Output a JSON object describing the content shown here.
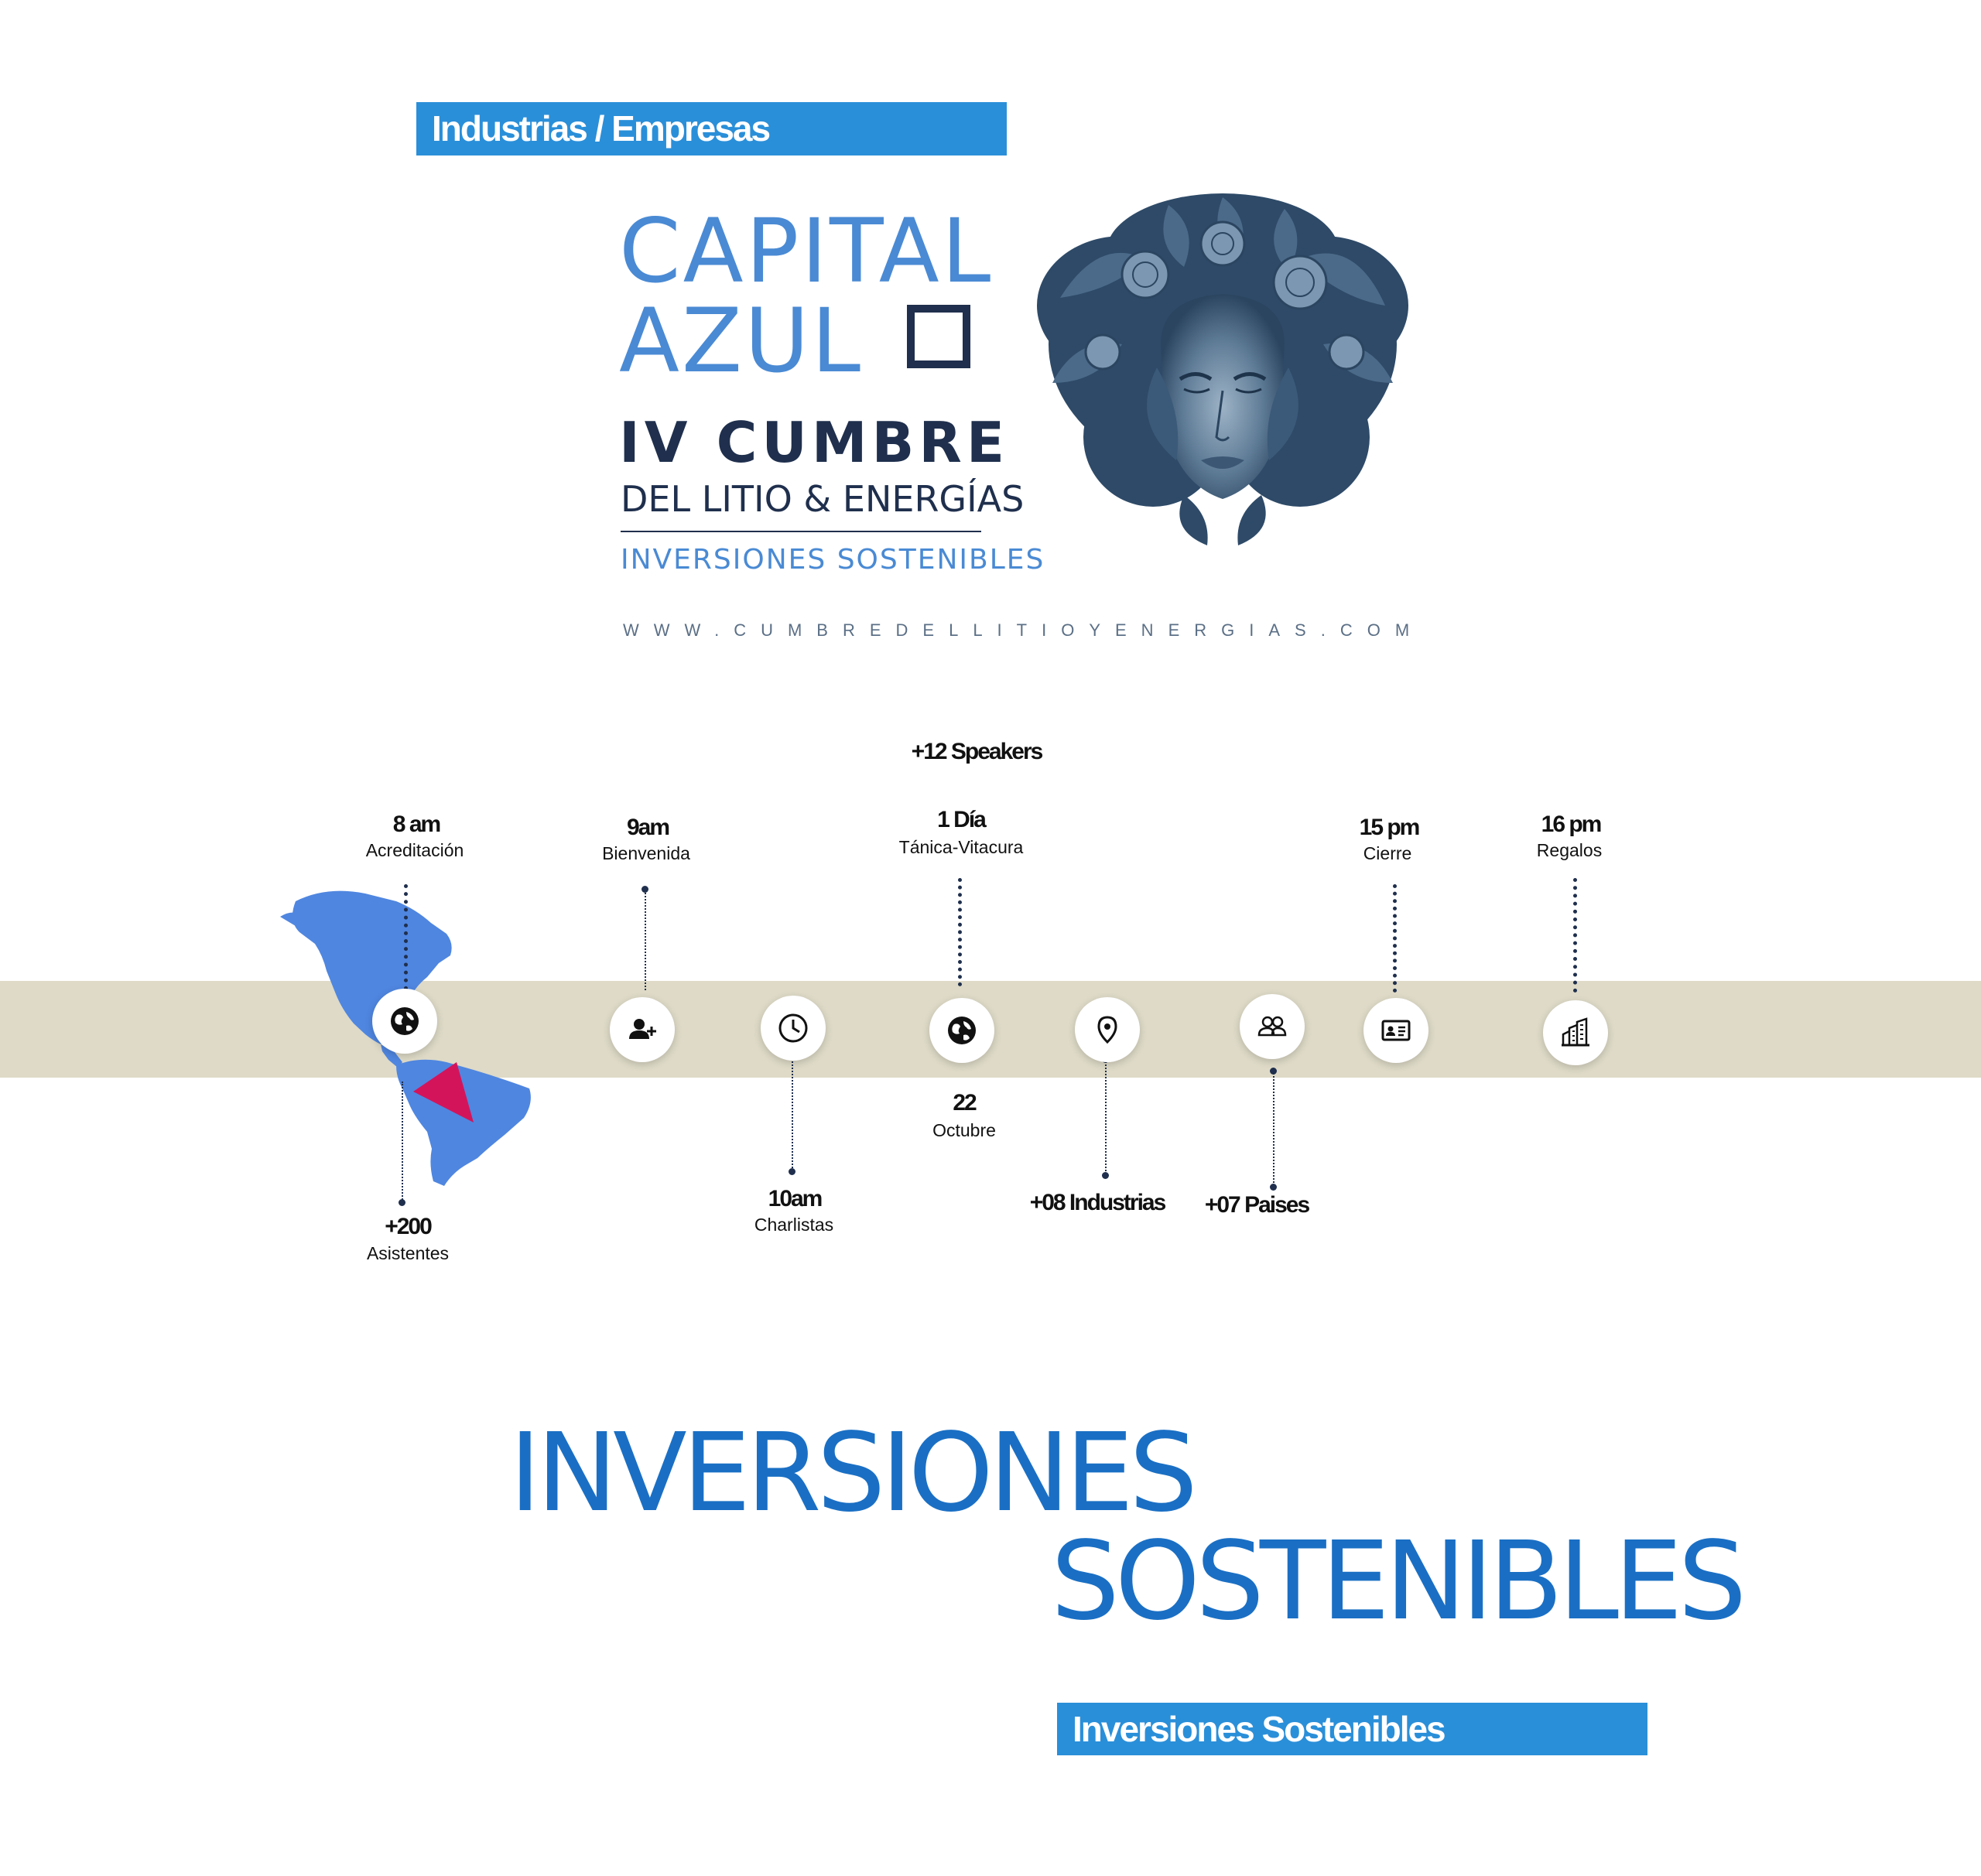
{
  "header": {
    "badge_top": "Industrias / Empresas",
    "badge_bottom": "Inversiones Sostenibles"
  },
  "logo": {
    "line1": "CAPITAL",
    "line2": "AZUL",
    "line3": "IV CUMBRE",
    "line4": "DEL LITIO & ENERGÍAS",
    "line5": "INVERSIONES SOSTENIBLES",
    "website": "WWW.CUMBREDELLITIOYENERGIAS.COM"
  },
  "colors": {
    "badge": "#2a8fd9",
    "logo_light": "#4a8ad4",
    "logo_dark": "#1f2f4d",
    "band": "#dedac7",
    "headline": "#1a6fc4",
    "map": "#4f86e0",
    "marker": "#d4145a"
  },
  "timeline": {
    "speakers": "+12 Speakers",
    "top_items": [
      {
        "value": "8 am",
        "label": "Acreditación"
      },
      {
        "value": "9am",
        "label": "Bienvenida"
      },
      {
        "value": "1 Día",
        "label": "Tánica-Vitacura"
      },
      {
        "value": "15 pm",
        "label": "Cierre"
      },
      {
        "value": "16 pm",
        "label": "Regalos"
      }
    ],
    "bottom_items": [
      {
        "value": "+200",
        "label": "Asistentes"
      },
      {
        "value": "10am",
        "label": "Charlistas"
      },
      {
        "value": "22",
        "label": "Octubre"
      },
      {
        "value": "+08 Industrias",
        "label": ""
      },
      {
        "value": "+07 Paises",
        "label": ""
      }
    ],
    "icons": [
      "globe-icon",
      "user-add-icon",
      "clock-icon",
      "globe-icon",
      "location-pin-icon",
      "users-icon",
      "id-card-icon",
      "buildings-icon"
    ]
  },
  "headline": {
    "line1": "INVERSIONES",
    "line2": "SOSTENIBLES"
  }
}
